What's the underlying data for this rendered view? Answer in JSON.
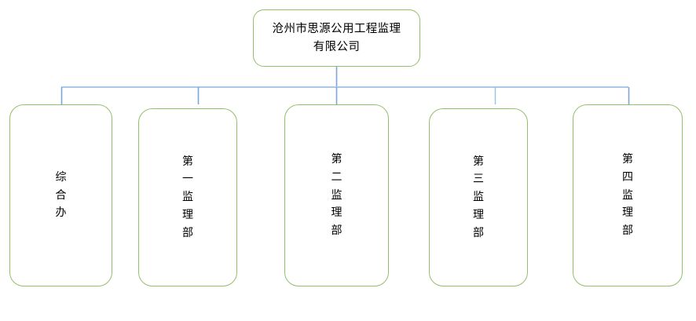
{
  "diagram": {
    "type": "organization-chart",
    "title_text": "沧州市思源公用工程监理有限公司",
    "colors": {
      "box_border": "#93bf6a",
      "connector_line": "#7ba7d7",
      "box_fill": "#ffffff",
      "text": "#000000",
      "canvas": "#ffffff"
    },
    "root": {
      "id": "root",
      "label": "沧州市思源公用工程监理\n有限公司",
      "line1": "沧州市思源公用工程监理",
      "line2": "有限公司"
    },
    "children": [
      {
        "id": "zonghe-ban",
        "label": "综\n合\n办",
        "plain": "综合办",
        "chars": [
          "综",
          "合",
          "办"
        ]
      },
      {
        "id": "jianli-bu-1",
        "label": "第\n一\n监\n理\n部",
        "plain": "第一监理部",
        "chars": [
          "第",
          "一",
          "监",
          "理",
          "部"
        ]
      },
      {
        "id": "jianli-bu-2",
        "label": "第\n二\n监\n理\n部",
        "plain": "第二监理部",
        "chars": [
          "第",
          "二",
          "监",
          "理",
          "部"
        ]
      },
      {
        "id": "jianli-bu-3",
        "label": "第\n三\n监\n理\n部",
        "plain": "第三监理部",
        "chars": [
          "第",
          "三",
          "监",
          "理",
          "部"
        ]
      },
      {
        "id": "jianli-bu-4",
        "label": "第\n四\n监\n理\n部",
        "plain": "第四监理部",
        "chars": [
          "第",
          "四",
          "监",
          "理",
          "部"
        ]
      }
    ]
  }
}
